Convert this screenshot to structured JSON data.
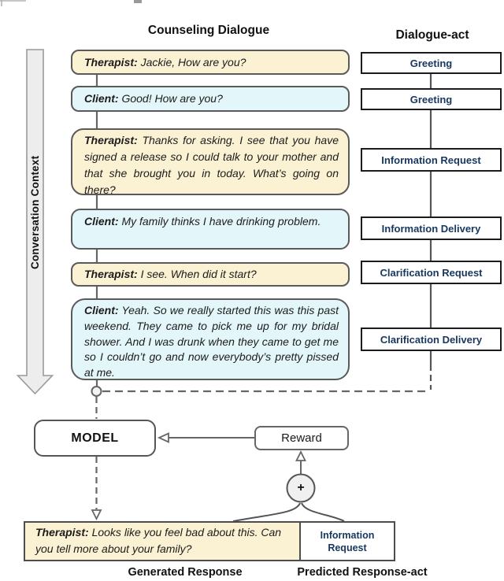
{
  "figure": {
    "left_header": "Counseling Dialogue",
    "right_header": "Dialogue-act",
    "context_label": "Conversation Context"
  },
  "dialogue": [
    {
      "speaker": "Therapist:",
      "text": "Jackie, How are you?",
      "act": "Greeting"
    },
    {
      "speaker": "Client:",
      "text": "Good! How are you?",
      "act": "Greeting"
    },
    {
      "speaker": "Therapist:",
      "text": "Thanks for asking. I see that you have signed a release so I could talk to your mother and that she brought you in today. What’s going on there?",
      "act": "Information Request"
    },
    {
      "speaker": "Client:",
      "text": "My family thinks I have drinking problem.",
      "act": "Information Delivery"
    },
    {
      "speaker": "Therapist:",
      "text": "I see. When did it start?",
      "act": "Clarification Request"
    },
    {
      "speaker": "Client:",
      "text": "Yeah. So we really started this was this past weekend. They came to pick me up for my bridal shower. And I was drunk when they came to get me so I couldn’t go and now everybody’s pretty pissed at me.",
      "act": "Clarification Delivery"
    }
  ],
  "model": {
    "label": "MODEL"
  },
  "reward": {
    "label": "Reward",
    "plus": "+"
  },
  "response": {
    "speaker": "Therapist:",
    "text": "Looks like you feel bad about this. Can you tell more about your family?",
    "act_line1": "Information",
    "act_line2": "Request",
    "caption_generated": "Generated Response",
    "caption_predicted": "Predicted Response-act"
  },
  "colors": {
    "therapist_fill": "#FBF1D3",
    "client_fill": "#E3F6F9",
    "act_text_navy": "#17375E",
    "line_gray": "#666666"
  }
}
